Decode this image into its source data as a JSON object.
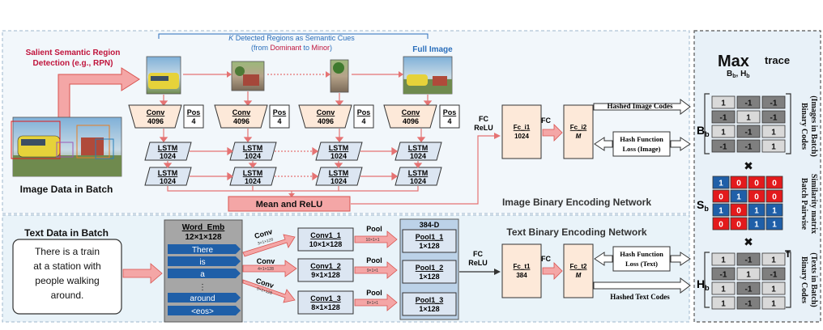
{
  "top": {
    "region_title_prefix": "K",
    "region_title": " Detected Regions as Semantic Cues",
    "region_sub_open": "(from ",
    "region_sub_dominant": "Dominant",
    "region_sub_to": " to ",
    "region_sub_minor": "Minor",
    "region_sub_close": ")",
    "salient_line1": "Salient Semantic Region",
    "salient_line2": "Detection (e.g., RPN)",
    "full_image": "Full Image",
    "image_batch_label": "Image Data in Batch",
    "network_label": "Image Binary Encoding Network"
  },
  "image_branch": {
    "conv_name": "Conv",
    "conv_dim": "4096",
    "pos_name": "Pos",
    "pos_dim": "4",
    "lstm_name": "LSTM",
    "lstm_dim": "1024",
    "mean_relu": "Mean and ReLU",
    "fc_relu_1": "FC",
    "fc_relu_2": "ReLU",
    "fc_label": "FC",
    "fc_i1_name": "Fc_i1",
    "fc_i1_dim": "1024",
    "fc_i2_name": "Fc_i2",
    "fc_i2_dim": "M",
    "hashed_image_codes": "Hashed Image Codes",
    "hash_loss_image_1": "Hash Function",
    "hash_loss_image_2": "Loss (Image)"
  },
  "text_branch": {
    "text_batch_label": "Text Data in Batch",
    "sentence": [
      "There is a train",
      "at a station with",
      "people walking",
      "around."
    ],
    "word_emb_title": "Word_Emb",
    "word_emb_dim": "12×1×128",
    "words": [
      "There",
      "is",
      "a",
      "⋮",
      "around",
      "<eos>"
    ],
    "conv_label": "Conv",
    "conv_kernels": [
      "3×1×128",
      "4×1×128",
      "5×1×128"
    ],
    "conv_layers": [
      {
        "name": "Conv1_1",
        "dim": "10×1×128"
      },
      {
        "name": "Conv1_2",
        "dim": "9×1×128"
      },
      {
        "name": "Conv1_3",
        "dim": "8×1×128"
      }
    ],
    "pool_label": "Pool",
    "pool_kernels": [
      "10×1×1",
      "9×1×1",
      "8×1×1"
    ],
    "pool_header": "384-D",
    "pool_layers": [
      {
        "name": "Pool1_1",
        "dim": "1×128"
      },
      {
        "name": "Pool1_2",
        "dim": "1×128"
      },
      {
        "name": "Pool1_3",
        "dim": "1×128"
      }
    ],
    "fc_relu_1": "FC",
    "fc_relu_2": "ReLU",
    "fc_label": "FC",
    "fc_t1_name": "Fc_t1",
    "fc_t1_dim": "384",
    "fc_t2_name": "Fc_t2",
    "fc_t2_dim": "M",
    "hash_loss_text_1": "Hash Function",
    "hash_loss_text_2": "Loss (Text)",
    "hashed_text_codes": "Hashed Text Codes",
    "network_label": "Text Binary Encoding Network"
  },
  "right_panel": {
    "max": "Max",
    "trace": "trace",
    "sub_vars": "B",
    "sub_b": "b",
    "sub_comma": ", H",
    "sub_h": "b",
    "B_label": "B",
    "B_sub": "b",
    "S_label": "S",
    "S_sub": "b",
    "H_label": "H",
    "H_sub": "b",
    "T_sup": "T",
    "times": "✖",
    "caption_b_1": "Binary Codes",
    "caption_b_2": "(Images in Batch)",
    "caption_s_1": "Batch Pairwise",
    "caption_s_2": "Similarity matrix",
    "caption_h_1": "Binary Codes",
    "caption_h_2": "(Texts in Batch)",
    "matrix_B": [
      [
        "1",
        "-1",
        "-1"
      ],
      [
        "-1",
        "1",
        "-1"
      ],
      [
        "1",
        "-1",
        "1"
      ],
      [
        "-1",
        "-1",
        "1"
      ]
    ],
    "matrix_S": [
      [
        "1",
        "0",
        "0",
        "0"
      ],
      [
        "0",
        "1",
        "0",
        "0"
      ],
      [
        "1",
        "0",
        "1",
        "1"
      ],
      [
        "0",
        "0",
        "1",
        "1"
      ]
    ],
    "matrix_H": [
      [
        "1",
        "-1",
        "1"
      ],
      [
        "-1",
        "1",
        "-1"
      ],
      [
        "1",
        "-1",
        "1"
      ],
      [
        "1",
        "-1",
        "1"
      ]
    ]
  },
  "colors": {
    "pink_arrow": "#f08080",
    "conv_fill": "#fde9d9",
    "fc_fill": "#fde9d9",
    "lstm_fill": "#dce6f2",
    "word_blue": "#1f5fa8",
    "conv_text_fill": "#dce6f2",
    "red_title": "#c0143c",
    "blue_title": "#2a6ebb",
    "panel_bg": "#e8f1f8",
    "matrix_cell": "#d9d9d9",
    "matrix_dark": "#7f7f7f",
    "sim_one": "#1f5fa8",
    "sim_zero": "#e31a1c"
  }
}
